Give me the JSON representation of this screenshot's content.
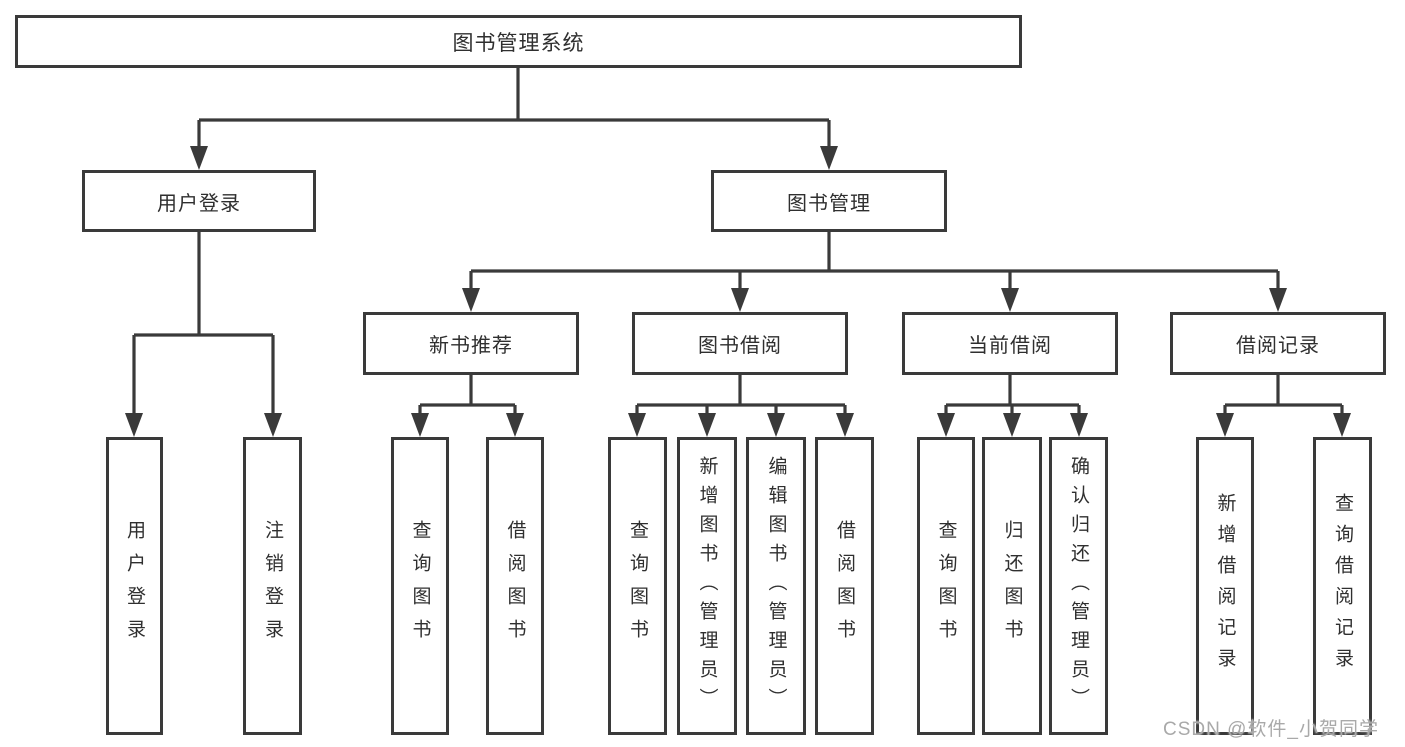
{
  "tree": {
    "label": "图书管理系统",
    "children": [
      {
        "label": "用户登录",
        "children": [
          {
            "label": "用户登录"
          },
          {
            "label": "注销登录"
          }
        ]
      },
      {
        "label": "图书管理",
        "children": [
          {
            "label": "新书推荐",
            "children": [
              {
                "label": "查询图书"
              },
              {
                "label": "借阅图书"
              }
            ]
          },
          {
            "label": "图书借阅",
            "children": [
              {
                "label": "查询图书"
              },
              {
                "label": "新增图书（管理员）"
              },
              {
                "label": "编辑图书（管理员）"
              },
              {
                "label": "借阅图书"
              }
            ]
          },
          {
            "label": "当前借阅",
            "children": [
              {
                "label": "查询图书"
              },
              {
                "label": "归还图书"
              },
              {
                "label": "确认归还（管理员）"
              }
            ]
          },
          {
            "label": "借阅记录",
            "children": [
              {
                "label": "新增借阅记录"
              },
              {
                "label": "查询借阅记录"
              }
            ]
          }
        ]
      }
    ]
  },
  "watermark": "CSDN @软件_小贺同学",
  "colors": {
    "line": "#3a3a3a",
    "text": "#2f2f2f",
    "watermark": "#a9a9a9",
    "background": "#ffffff"
  }
}
